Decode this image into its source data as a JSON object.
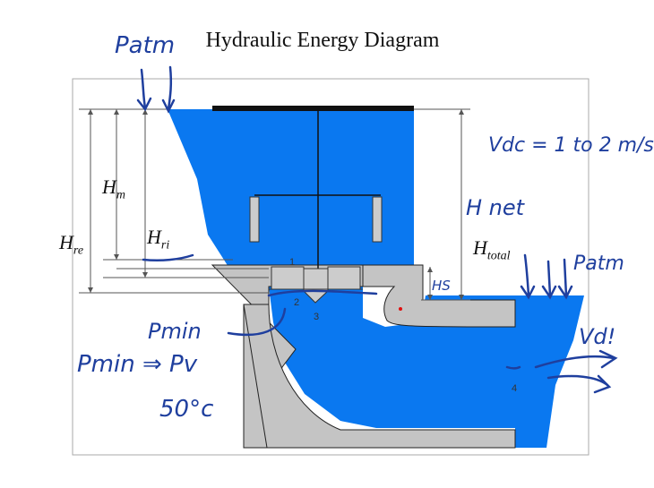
{
  "title": "Hydraulic Energy Diagram",
  "labels": {
    "hm_main": "H",
    "hm_sub": "m",
    "hre_main": "H",
    "hre_sub": "re",
    "hri_main": "H",
    "hri_sub": "ri",
    "htotal_main": "H",
    "htotal_sub": "total"
  },
  "points": [
    "1",
    "2",
    "3",
    "4"
  ],
  "handwriting": {
    "p_atm_left": "Patm",
    "v_dc": "Vdc = 1 to 2 m/s",
    "h_net": "H net",
    "p_atm_right": "Patm",
    "hs": "HS",
    "v_d": "Vd!",
    "p_min": "Pmin",
    "p_min_pv": "Pmin ⇒ Pv",
    "temp": "50°c"
  },
  "colors": {
    "water": "#0a78f0",
    "structure": "#c4c4c4",
    "outline": "#222222",
    "ink": "#1f3f9e",
    "frame_bg": "#ffffff"
  }
}
